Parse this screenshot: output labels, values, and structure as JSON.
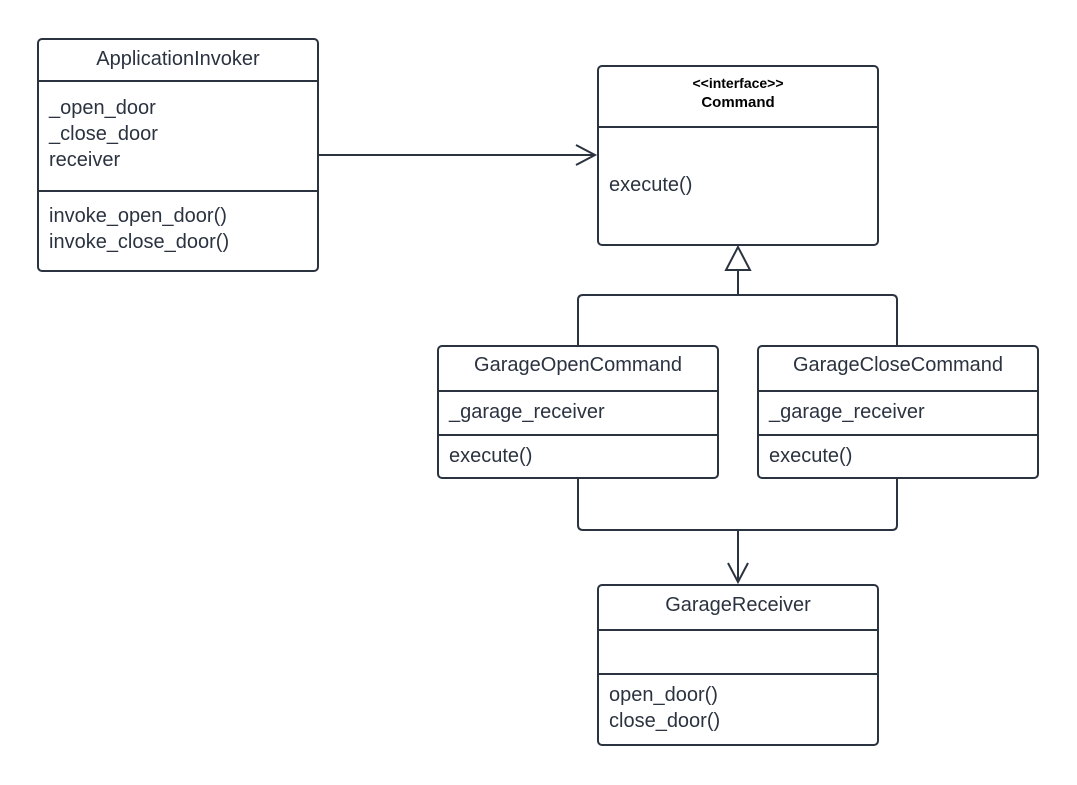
{
  "classes": {
    "invoker": {
      "name": "ApplicationInvoker",
      "attributes": [
        "_open_door",
        "_close_door",
        "receiver"
      ],
      "methods": [
        "invoke_open_door()",
        "invoke_close_door()"
      ]
    },
    "command": {
      "stereotype": "<<interface>>",
      "name": "Command",
      "methods": [
        "execute()"
      ]
    },
    "open_cmd": {
      "name": "GarageOpenCommand",
      "attributes": [
        "_garage_receiver"
      ],
      "methods": [
        "execute()"
      ]
    },
    "close_cmd": {
      "name": "GarageCloseCommand",
      "attributes": [
        "_garage_receiver"
      ],
      "methods": [
        "execute()"
      ]
    },
    "receiver": {
      "name": "GarageReceiver",
      "attributes": [],
      "methods": [
        "open_door()",
        "close_door()"
      ]
    }
  },
  "relationships": [
    {
      "from": "ApplicationInvoker",
      "to": "Command",
      "type": "association"
    },
    {
      "from": "GarageOpenCommand",
      "to": "Command",
      "type": "realization"
    },
    {
      "from": "GarageCloseCommand",
      "to": "Command",
      "type": "realization"
    },
    {
      "from": "GarageOpenCommand",
      "to": "GarageReceiver",
      "type": "association"
    },
    {
      "from": "GarageCloseCommand",
      "to": "GarageReceiver",
      "type": "association"
    }
  ],
  "colors": {
    "stroke": "#2b3340",
    "background": "#ffffff"
  }
}
